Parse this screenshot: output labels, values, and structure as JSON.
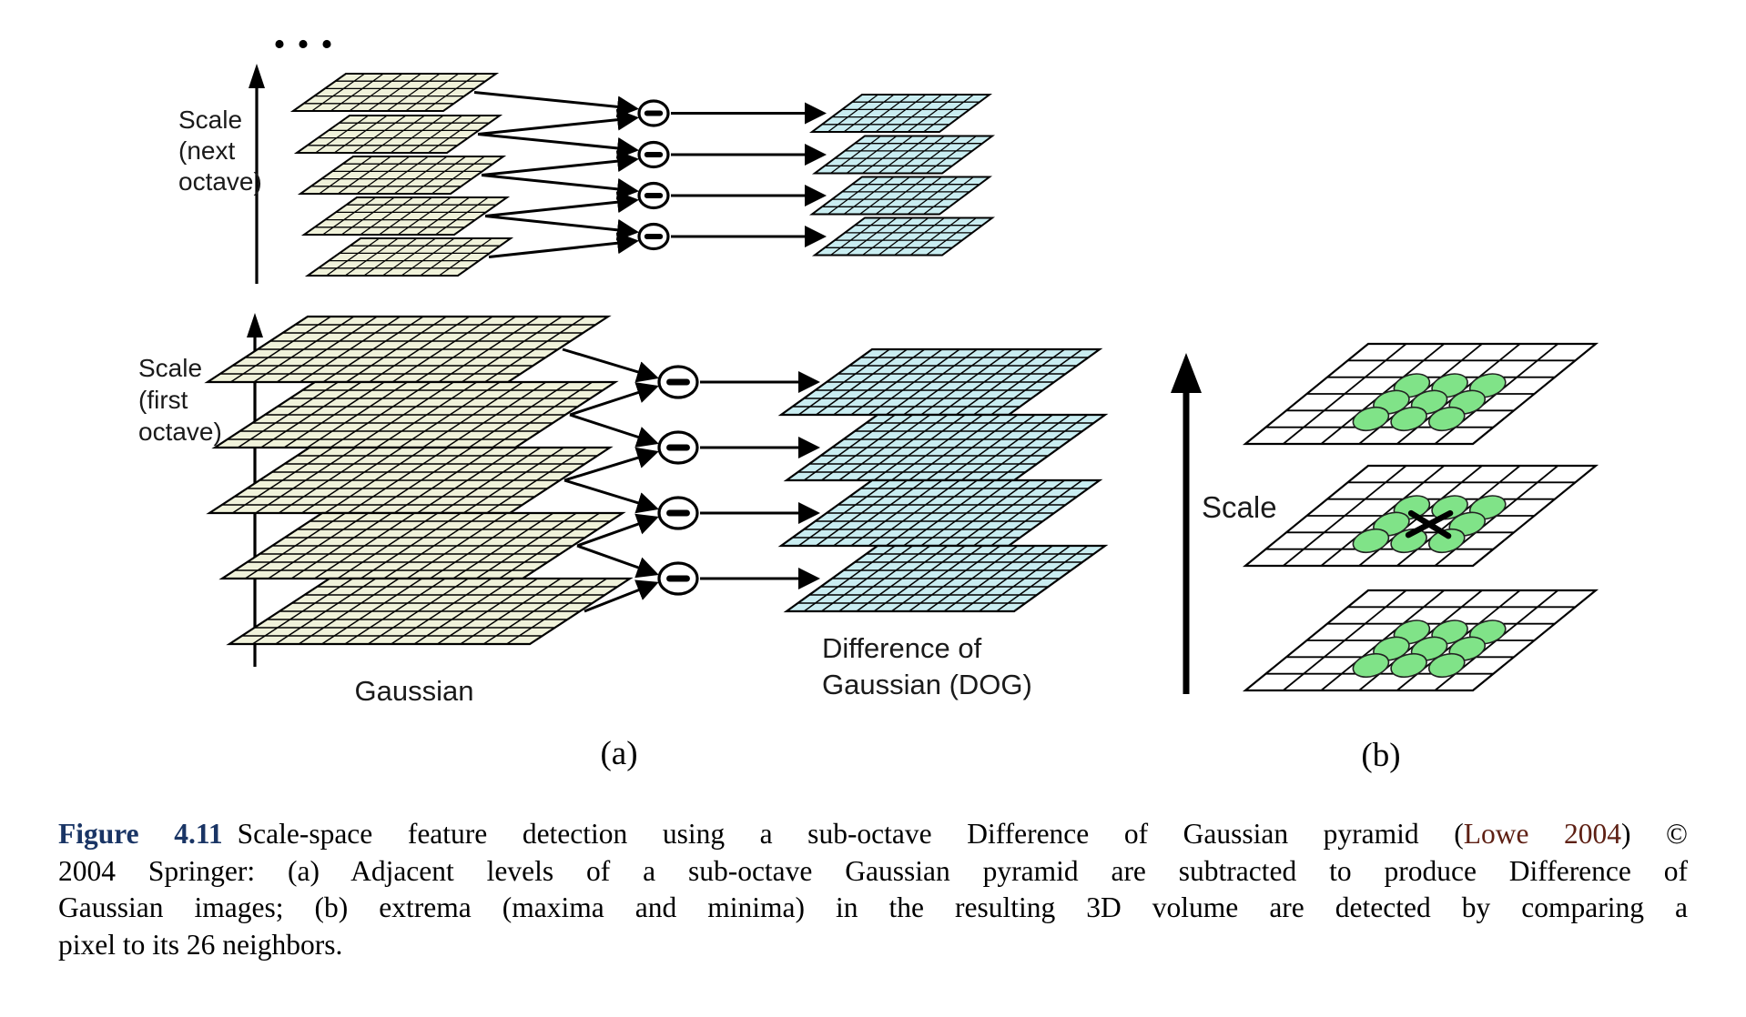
{
  "figure": {
    "colors": {
      "gaussian_fill": "#f0f2da",
      "dog_fill": "#c9edf1",
      "neighbor_dot_fill": "#80e388",
      "ink": "#000000"
    },
    "panel_a": {
      "label": "(a)",
      "ellipsis": "...",
      "scale_next_octave": [
        "Scale",
        "(next",
        "octave)"
      ],
      "scale_first_octave": [
        "Scale",
        "(first",
        "octave)"
      ],
      "gaussian_label": "Gaussian",
      "dog_label": [
        "Difference of",
        "Gaussian (DOG)"
      ],
      "minus_symbol": "−",
      "next_octave": {
        "gaussian_levels": 5,
        "dog_levels": 4
      },
      "first_octave": {
        "gaussian_levels": 5,
        "dog_levels": 4
      }
    },
    "panel_b": {
      "label": "(b)",
      "scale_label": "Scale",
      "levels": 3,
      "neighbor_dots_per_level": [
        9,
        8,
        9
      ],
      "center_marker": "x"
    }
  },
  "caption": {
    "label": "Figure 4.11",
    "label_color": "#1a3565",
    "line1_pre": "Scale-space feature detection using a sub-octave Difference of Gaussian pyramid (",
    "cite": "Lowe 2004",
    "cite_color": "#5e2014",
    "line1_post": ") ©",
    "line2": "2004 Springer: (a) Adjacent levels of a sub-octave Gaussian pyramid are subtracted to produce Difference of",
    "line3": "Gaussian images; (b) extrema (maxima and minima) in the resulting 3D volume are detected by comparing a",
    "line4": "pixel to its 26 neighbors."
  }
}
